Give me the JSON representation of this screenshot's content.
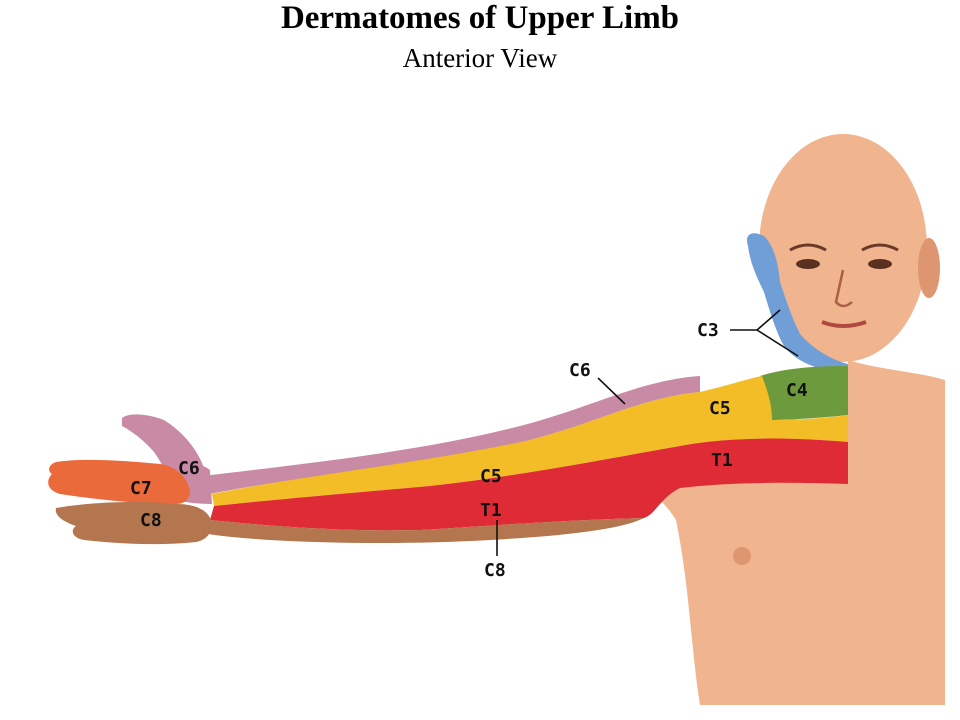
{
  "title": "Dermatomes of Upper Limb",
  "subtitle": "Anterior View",
  "colors": {
    "skin": "#f0b48e",
    "skin_shadow": "#dd9670",
    "c3": "#6f9fd6",
    "c4": "#6e9a3e",
    "c5": "#f2bd27",
    "c6": "#c98aa6",
    "c7": "#ea6a3c",
    "c8": "#b4764e",
    "t1": "#de2b35"
  },
  "labels": {
    "c3": "C3",
    "c4": "C4",
    "c5_shoulder": "C5",
    "c5_forearm": "C5",
    "c6_upper": "C6",
    "c6_hand": "C6",
    "c7": "C7",
    "c8_hand": "C8",
    "c8_forearm": "C8",
    "t1_chest": "T1",
    "t1_forearm": "T1"
  }
}
